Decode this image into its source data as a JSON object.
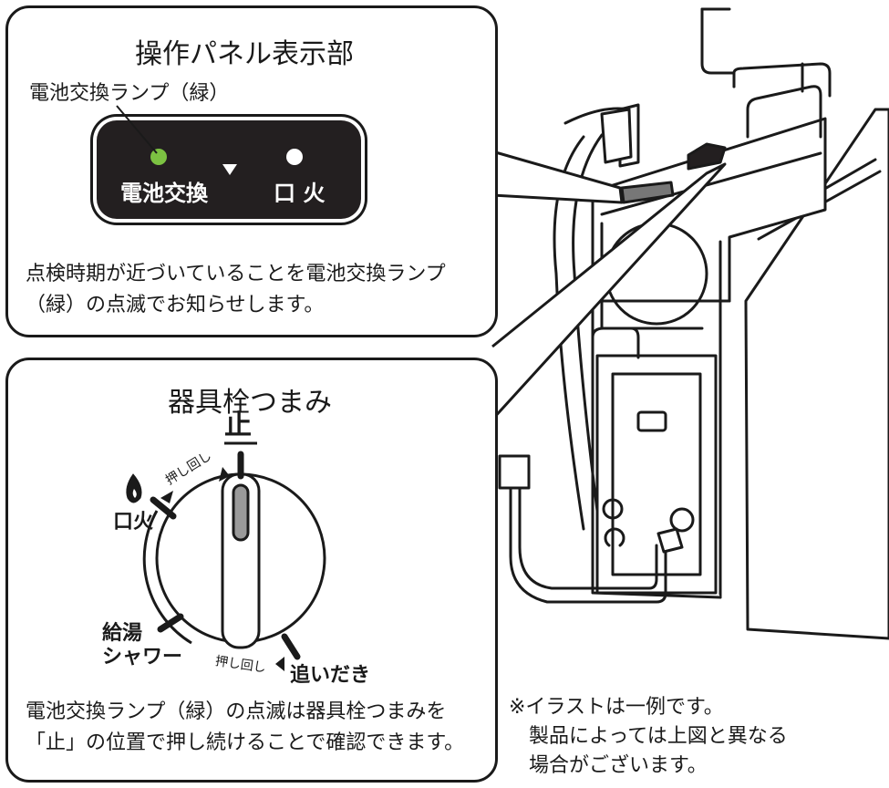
{
  "panel_box": {
    "title": "操作パネル表示部",
    "lamp_caption": "電池交換ランプ（緑）",
    "lamp_left_label": "電池交換",
    "lamp_right_label": "口 火",
    "description": "点検時期が近づいていることを電池交換ランプ\n（緑）の点滅でお知らせします。",
    "lamp_color": "#7cc242"
  },
  "valve_box": {
    "title": "器具栓つまみ",
    "stop_label": "止",
    "pilot_label": "口火",
    "hot_water_label": "給湯\nシャワー",
    "reheat_label": "追いだき",
    "push_turn_top": "押し回し",
    "push_turn_bottom": "押し回し",
    "description": "電池交換ランプ（緑）の点滅は器具栓つまみを\n「止」の位置で押し続けることで確認できます。"
  },
  "note": "※イラストは一例です。\n　製品によっては上図と異なる\n　場合がございます。"
}
